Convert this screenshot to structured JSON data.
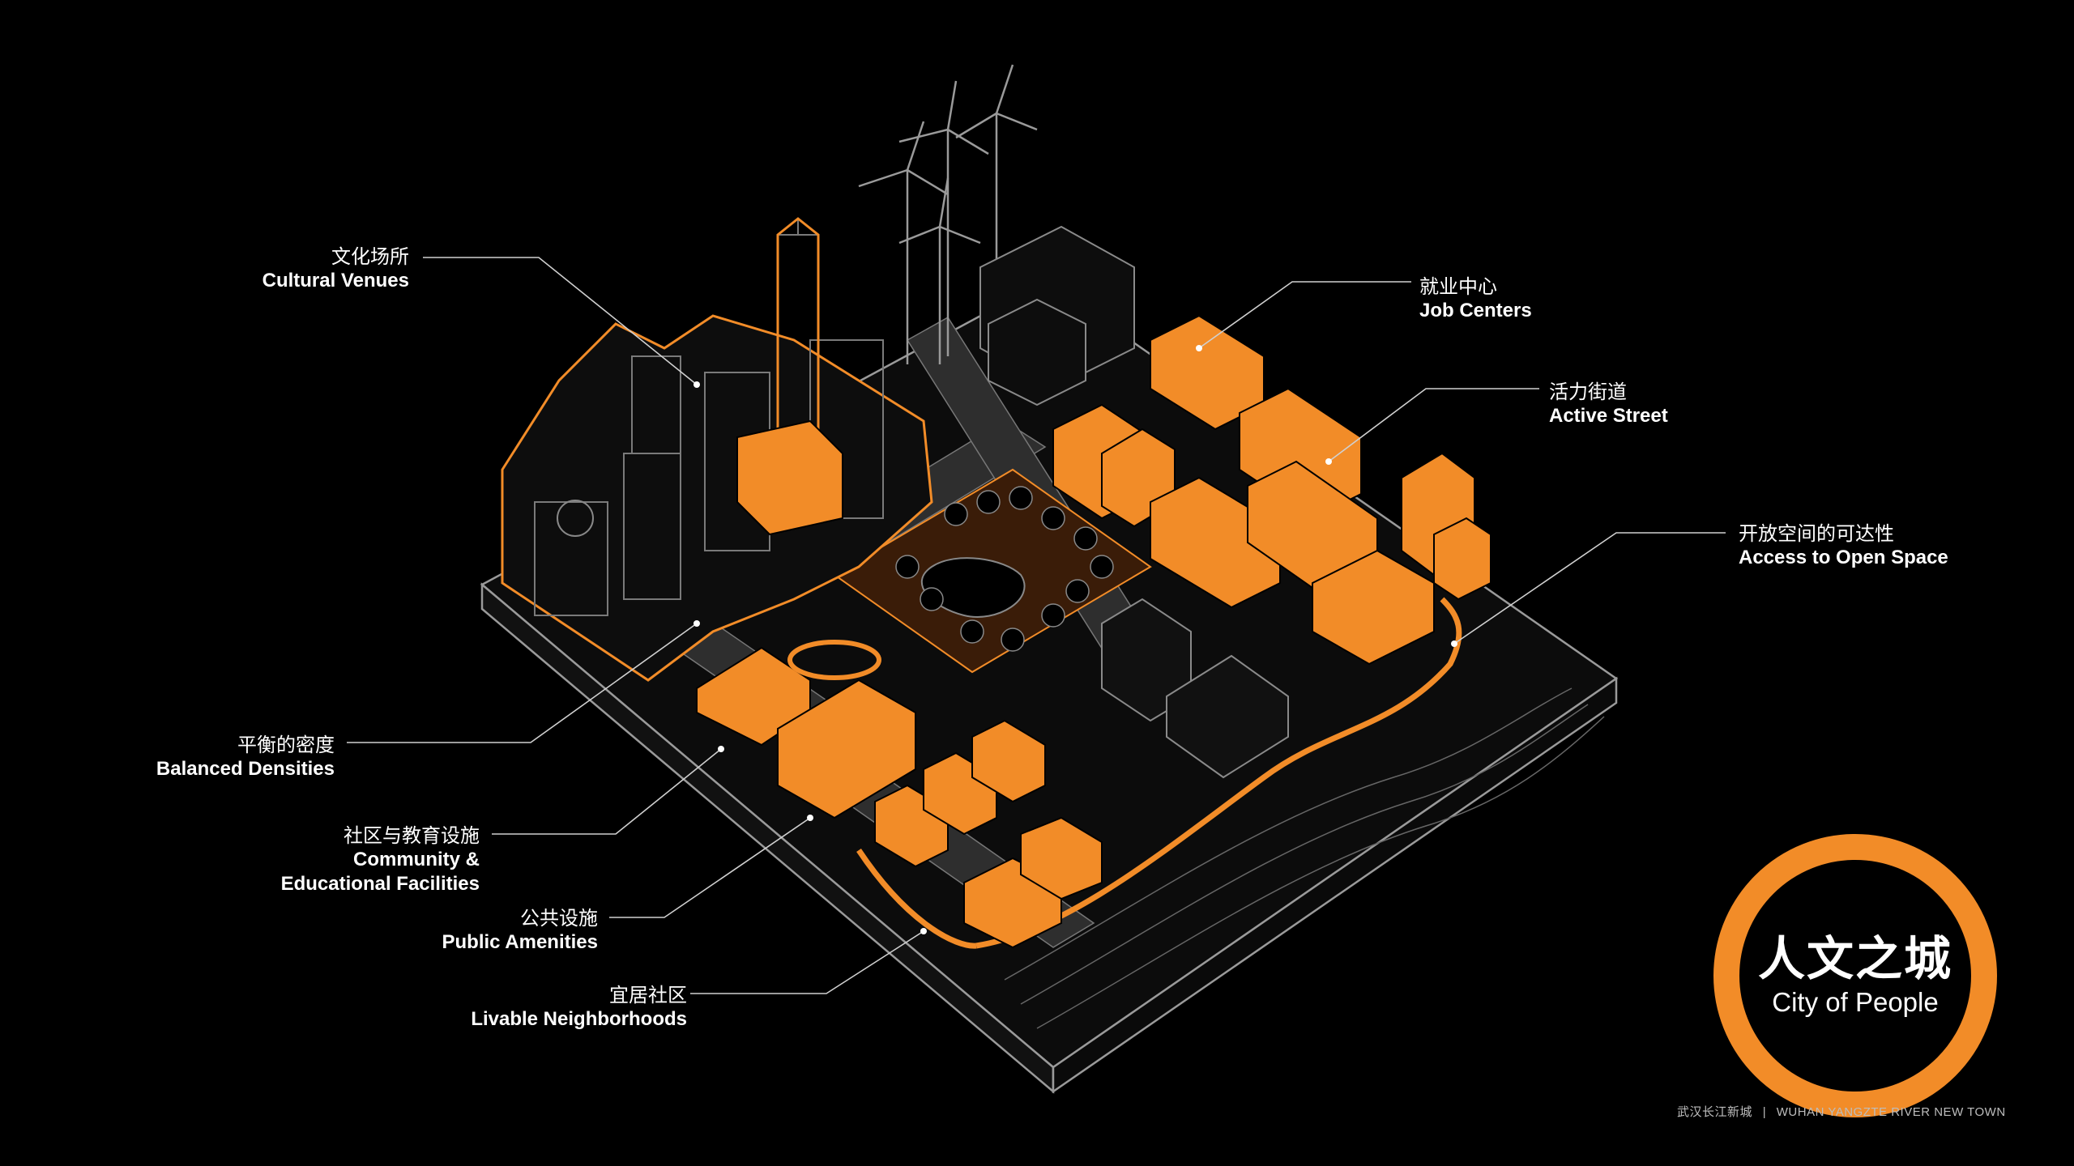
{
  "labels": {
    "cultural_venues": {
      "zh": "文化场所",
      "en": "Cultural Venues"
    },
    "balanced_densities": {
      "zh": "平衡的密度",
      "en": "Balanced Densities"
    },
    "community_facilities": {
      "zh": "社区与教育设施",
      "en1": "Community &",
      "en2": "Educational Facilities"
    },
    "public_amenities": {
      "zh": "公共设施",
      "en": "Public Amenities"
    },
    "livable_neighborhoods": {
      "zh": "宜居社区",
      "en": "Livable Neighborhoods"
    },
    "job_centers": {
      "zh": "就业中心",
      "en": "Job Centers"
    },
    "active_street": {
      "zh": "活力街道",
      "en": "Active Street"
    },
    "open_space": {
      "zh": "开放空间的可达性",
      "en": "Access to Open Space"
    }
  },
  "badge": {
    "zh": "人文之城",
    "en": "City of People"
  },
  "footer": {
    "zh": "武汉长江新城",
    "divider": "|",
    "en": "WUHAN YANGZTE RIVER NEW TOWN"
  },
  "colors": {
    "accent": "#f28c28",
    "line": "#8f8f8f",
    "background": "#000000"
  }
}
